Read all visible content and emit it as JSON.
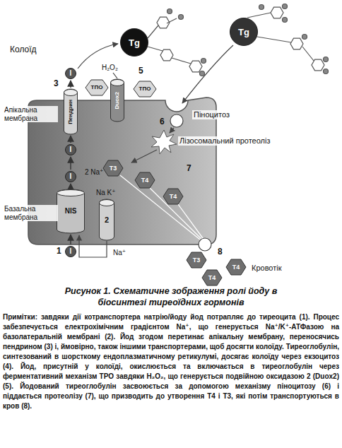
{
  "diagram": {
    "caption": "Рисунок 1. Схематичне зображення ролі йоду в біосинтезі тиреоїдних гормонів",
    "nodes": [
      {
        "text": [
          "Tg"
        ]
      },
      {
        "text": [
          "Tg"
        ]
      },
      {
        "text": [
          "I"
        ]
      },
      {
        "text": [
          "ТПО"
        ]
      },
      {
        "text": [
          "Duox2"
        ]
      },
      {
        "text": [
          "ТПО"
        ]
      },
      {
        "text": [
          "Пендрин"
        ]
      },
      {
        "text": [
          "I"
        ]
      },
      {
        "text": [
          "I"
        ]
      },
      {
        "text": [
          "NIS"
        ]
      },
      {
        "text": [
          "2"
        ]
      },
      {
        "text": [
          "I"
        ]
      },
      {
        "text": [
          "T3"
        ]
      },
      {
        "text": [
          "T4"
        ]
      },
      {
        "text": [
          "T4"
        ]
      },
      {
        "text": [
          "T3"
        ]
      },
      {
        "text": [
          "T4"
        ]
      },
      {
        "text": [
          "T4"
        ]
      }
    ],
    "edges": [
      {
        "from": 11,
        "to": 9,
        "arrow": "to"
      },
      {
        "from": 9,
        "to": 8,
        "arrow": "to"
      },
      {
        "from": 8,
        "to": 7,
        "arrow": "to"
      },
      {
        "from": 7,
        "to": 6,
        "arrow": "to"
      },
      {
        "from": 6,
        "to": 2,
        "arrow": "to"
      }
    ],
    "labels": [
      "Колоїд",
      "3",
      "H₂O₂",
      "5",
      "Апікальна мембрана",
      "6",
      "Піноцитоз",
      "Лізосомальний протеоліз",
      "2 Na⁺",
      "Na K⁺",
      "7",
      "Базальна мембрана",
      "1",
      "Na⁺",
      "8",
      "Кровотік",
      "Примітки: завдяки дії котранспортера натрію/йоду йод потрапляє до тиреоцита (1). Процес забезпечується електрохімічним градієнтом Na⁺, що генерується Na⁺/K⁺-АТФазою на базолатеральній мембрані (2). Йод згодом перетинає апікальну мембрану, переносячись пендрином (3) і, ймовірно, також іншими транспортерами, щоб досягти колоїду. Тиреоглобулін, синтезований в шорсткому ендоплазматичному ретикулумі, досягає колоїду через екзоцитоз (4). Йод, присутній у колоїді, окислюється та включається в тиреоглобулін через ферментативний механізм TPO завдяки H₂O₂, що генерується подвійною оксидазою 2 (Duox2) (5). Йодований тиреоглобулін засвоюється за допомогою механізму піноцитозу (6) і піддається протеолізу (7), що призводить до утворення Т4 і Т3, які потім транспортуються в кров (8)."
    ]
  }
}
